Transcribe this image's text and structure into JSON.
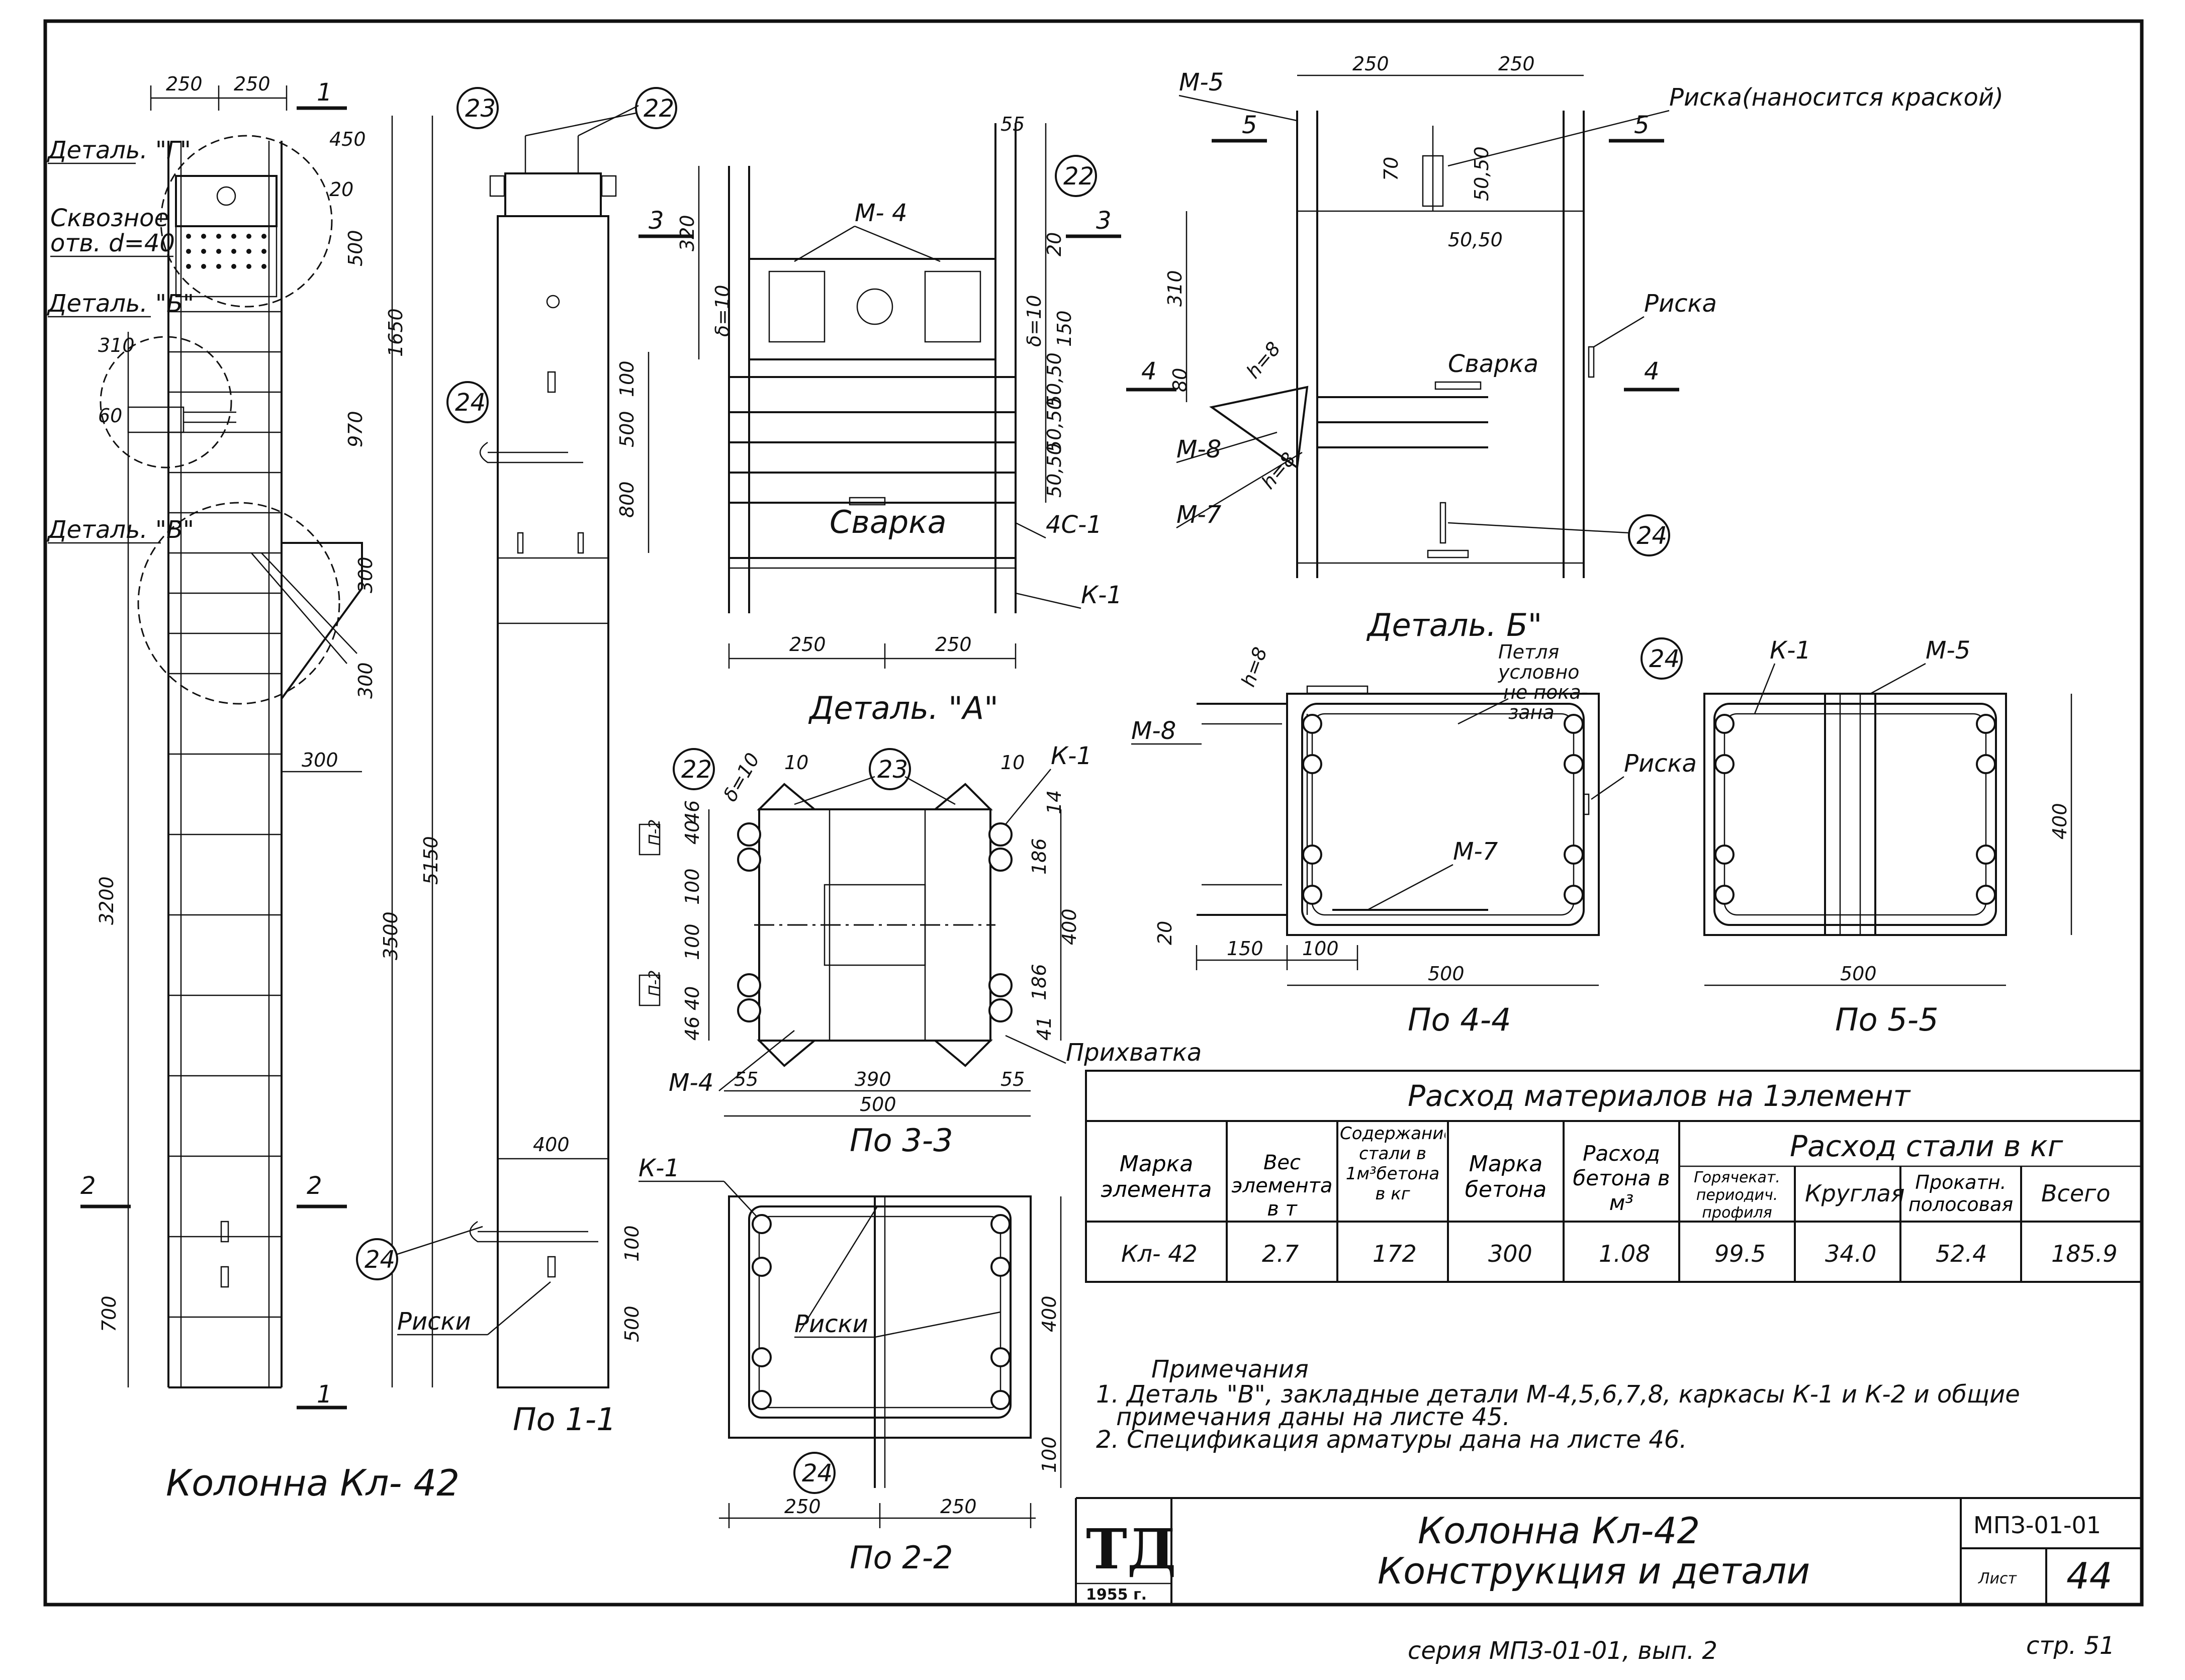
{
  "column": {
    "title": "Колонна  Кл- 42",
    "top_dims": [
      "250",
      "250"
    ],
    "detail_labels": [
      "Деталь. \"Г\"",
      "Деталь. \"Б\"",
      "Деталь. \"В\""
    ],
    "hole_note": [
      "Сквозное",
      "отв. d=40"
    ],
    "vertical_dims": [
      "450",
      "20",
      "500",
      "1650",
      "970",
      "5150",
      "3500",
      "700"
    ],
    "left_dims": [
      "310",
      "60",
      "3200"
    ],
    "right_inner_dims": [
      "300",
      "300"
    ],
    "horiz_300": "300",
    "section_marks": [
      "1",
      "1",
      "2",
      "2"
    ]
  },
  "view_1_1": {
    "title": "По 1-1",
    "callouts": [
      "23",
      "22",
      "24",
      "24"
    ],
    "dims": [
      "100",
      "500",
      "800",
      "400",
      "100",
      "500"
    ],
    "marks_label": "Риски"
  },
  "detail_a": {
    "title": "Деталь. \"А\"",
    "labels": [
      "М- 4",
      "Сварка",
      "4С-1",
      "К-1"
    ],
    "callout": "22",
    "section_mark": "3",
    "dims_left": [
      "320",
      "δ=10"
    ],
    "dims_right": [
      "55",
      "20",
      "δ=10",
      "150",
      "50,50",
      "50,50",
      "50,50"
    ],
    "bottom_dims": [
      "250",
      "250"
    ]
  },
  "detail_b": {
    "title": "Деталь. Б\"",
    "labels": [
      "М-5",
      "Риска(наносится краской)",
      "Риска",
      "Сварка",
      "М-8",
      "М-7",
      "h=8",
      "h=8"
    ],
    "top_dims": [
      "250",
      "250"
    ],
    "dims": [
      "70",
      "50,50",
      "50,50",
      "310",
      "80"
    ],
    "section_marks": [
      "5",
      "5",
      "4",
      "4"
    ],
    "callout": "24"
  },
  "view_3_3": {
    "title": "По 3-3",
    "callouts": [
      "22",
      "23"
    ],
    "labels": [
      "К-1",
      "М-4",
      "Прихватка",
      "δ=10",
      "10",
      "10",
      "14",
      "41"
    ],
    "dims_left": [
      "40",
      "46",
      "100",
      "100",
      "40",
      "46"
    ],
    "dims_right": [
      "186",
      "400",
      "186"
    ],
    "bottom_dims": [
      "55",
      "390",
      "55",
      "500"
    ],
    "stamp": "П-2"
  },
  "view_2_2": {
    "title": "По 2-2",
    "labels": [
      "К-1",
      "Риски"
    ],
    "callout": "24",
    "dims": [
      "400",
      "100",
      "250",
      "250"
    ]
  },
  "view_4_4": {
    "title": "По 4-4",
    "labels": [
      "h=8",
      "Петля",
      "условно",
      "не пока-",
      "зана",
      "Риска",
      "М-8",
      "М-7"
    ],
    "callout": "24",
    "dims": [
      "20",
      "150",
      "100",
      "500"
    ]
  },
  "view_5_5": {
    "title": "По 5-5",
    "labels": [
      "К-1",
      "М-5"
    ],
    "dims": [
      "400",
      "500"
    ]
  },
  "materials_table": {
    "caption": "Расход материалов на 1элемент",
    "group_header": "Расход стали в кг",
    "headers": [
      "Марка элемента",
      "Вес элемента в т",
      "Содержание стали в 1м³бетона в кг",
      "Марка бетона",
      "Расход бетона в м³",
      "Горячекат. периодич. профиля",
      "Круглая",
      "Прокатн. полосовая",
      "Всего"
    ],
    "row": [
      "Кл- 42",
      "2.7",
      "172",
      "300",
      "1.08",
      "99.5",
      "34.0",
      "52.4",
      "185.9"
    ]
  },
  "notes": {
    "heading": "Примечания",
    "items": [
      "1. Деталь \"В\", закладные детали М-4,5,6,7,8, каркасы К-1 и К-2 и общие",
      "примечания даны на листе 45.",
      "2. Спецификация арматуры дана на листе 46."
    ]
  },
  "title_block": {
    "logo": "ТД",
    "year": "1955 г.",
    "title_line1": "Колонна Кл-42",
    "title_line2": "Конструкция и детали",
    "series_code": "МПЗ-01-01",
    "sheet_label": "Лист",
    "sheet_number": "44"
  },
  "footer": {
    "series": "серия МПЗ-01-01, вып. 2",
    "page": "стр. 51"
  }
}
